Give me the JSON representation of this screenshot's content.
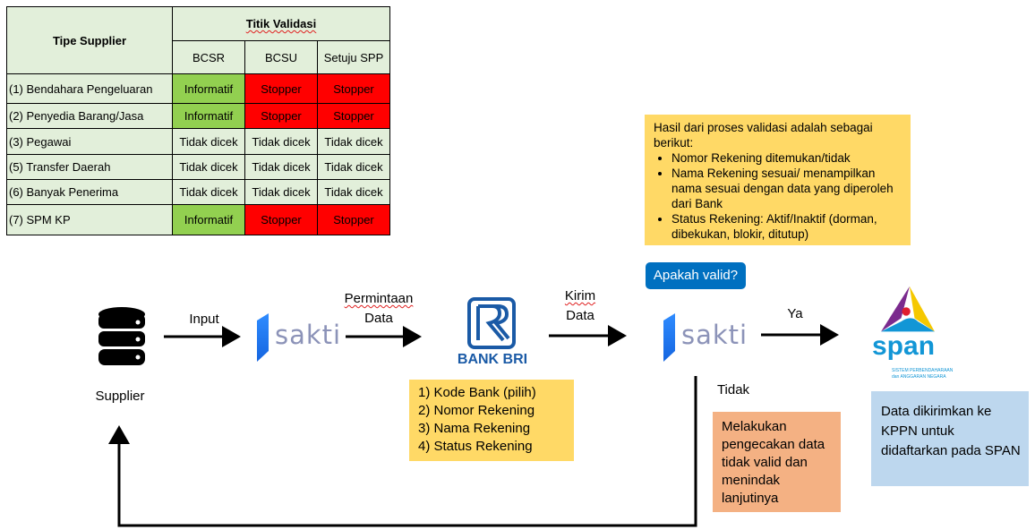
{
  "table": {
    "header_type": "Tipe Supplier",
    "header_group": "Titik Validasi",
    "columns": [
      "BCSR",
      "BCSU",
      "Setuju SPP"
    ],
    "rows": [
      {
        "type": "(1) Bendahara Pengeluaran",
        "values": [
          "Informatif",
          "Stopper",
          "Stopper"
        ]
      },
      {
        "type": "(2) Penyedia Barang/Jasa",
        "values": [
          "Informatif",
          "Stopper",
          "Stopper"
        ]
      },
      {
        "type": "(3) Pegawai",
        "values": [
          "Tidak dicek",
          "Tidak dicek",
          "Tidak dicek"
        ]
      },
      {
        "type": "(5) Transfer Daerah",
        "values": [
          "Tidak dicek",
          "Tidak dicek",
          "Tidak dicek"
        ]
      },
      {
        "type": "(6) Banyak Penerima",
        "values": [
          "Tidak dicek",
          "Tidak dicek",
          "Tidak dicek"
        ]
      },
      {
        "type": "(7) SPM KP",
        "values": [
          "Informatif",
          "Stopper",
          "Stopper"
        ]
      }
    ],
    "colors": {
      "informatif": "#92d050",
      "stopper": "#ff0000",
      "background": "#e2efda"
    }
  },
  "flow": {
    "supplier_label": "Supplier",
    "input_label": "Input",
    "sakti_logo": "sakti",
    "request_label": [
      "Permintaan",
      "Data"
    ],
    "bank_logo": "BANK BRI",
    "send_label": [
      "Kirim",
      "Data"
    ],
    "yes_label": "Ya",
    "no_label": "Tidak",
    "span_logo": "span",
    "span_subtitle": [
      "SISTEM PERBENDAHARAAN",
      "dan ANGGARAN NEGARA"
    ],
    "question": "Apakah valid?"
  },
  "request_fields": [
    "1) Kode Bank (pilih)",
    "2) Nomor Rekening",
    "3) Nama Rekening",
    "4) Status Rekening"
  ],
  "result_note": {
    "intro": "Hasil dari proses validasi adalah sebagai berikut:",
    "bullets": [
      "Nomor Rekening ditemukan/tidak",
      "Nama Rekening sesuai/ menampilkan nama sesuai dengan data yang diperoleh dari Bank",
      "Status Rekening: Aktif/Inaktif (dorman, dibekukan, blokir, ditutup)"
    ]
  },
  "invalid_note": "Melakukan pengecakan data tidak valid dan menindak lanjutinya",
  "valid_note": "Data dikirimkan ke KPPN untuk didaftarkan pada SPAN",
  "colors": {
    "yellow": "#ffd966",
    "blue_button": "#0070c0",
    "orange": "#f4b183",
    "light_blue": "#bdd7ee",
    "bri_blue": "#1a5aa6"
  }
}
